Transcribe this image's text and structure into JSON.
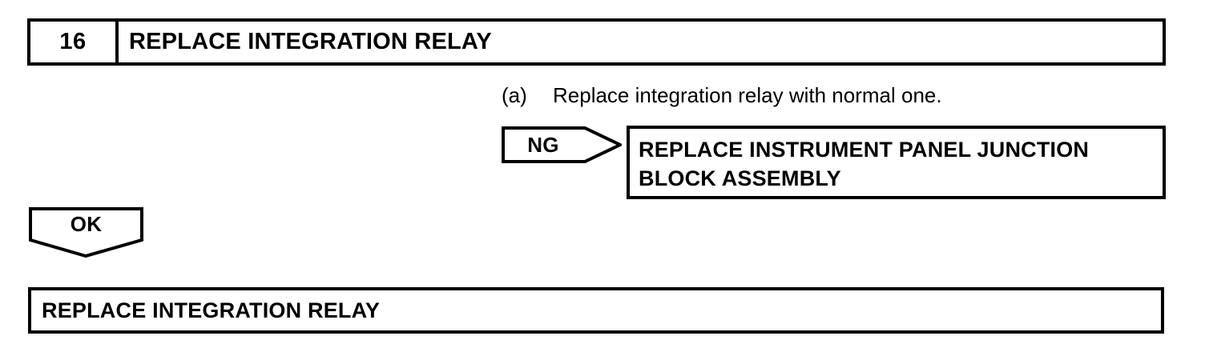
{
  "page": {
    "background_color": "#ffffff",
    "line_color": "#000000"
  },
  "step_header": {
    "number": "16",
    "title": "REPLACE INTEGRATION RELAY"
  },
  "instruction": {
    "marker": "(a)",
    "text": "Replace integration relay with normal one."
  },
  "ng_branch": {
    "badge_label": "NG",
    "badge_shape": "right-arrow-pentagon",
    "result_lines": [
      "REPLACE INSTRUMENT PANEL JUNCTION",
      "BLOCK ASSEMBLY"
    ]
  },
  "ok_branch": {
    "badge_label": "OK",
    "badge_shape": "down-arrow-pentagon"
  },
  "final_result": {
    "label": "REPLACE INTEGRATION RELAY"
  }
}
